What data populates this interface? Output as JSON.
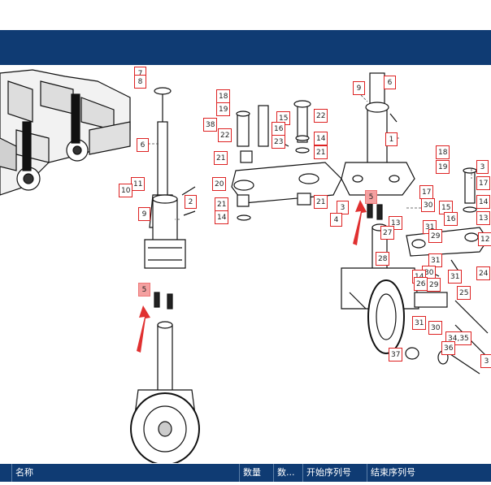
{
  "callouts": [
    {
      "id": "c7a",
      "label": "7"
    },
    {
      "id": "c8a",
      "label": "8"
    },
    {
      "id": "c18a",
      "label": "18"
    },
    {
      "id": "c19a",
      "label": "19"
    },
    {
      "id": "c38",
      "label": "38"
    },
    {
      "id": "c22a",
      "label": "22"
    },
    {
      "id": "c15a",
      "label": "15"
    },
    {
      "id": "c16a",
      "label": "16"
    },
    {
      "id": "c23",
      "label": "23"
    },
    {
      "id": "c22b",
      "label": "22"
    },
    {
      "id": "c14a",
      "label": "14"
    },
    {
      "id": "c21a",
      "label": "21"
    },
    {
      "id": "c21b",
      "label": "21"
    },
    {
      "id": "c6a",
      "label": "6"
    },
    {
      "id": "c20",
      "label": "20"
    },
    {
      "id": "c21c",
      "label": "21"
    },
    {
      "id": "c14b",
      "label": "14"
    },
    {
      "id": "c21d",
      "label": "21"
    },
    {
      "id": "c11",
      "label": "11"
    },
    {
      "id": "c10",
      "label": "10"
    },
    {
      "id": "c9a",
      "label": "9"
    },
    {
      "id": "c2",
      "label": "2"
    },
    {
      "id": "c5a",
      "label": "5"
    },
    {
      "id": "c9b",
      "label": "9"
    },
    {
      "id": "c6b",
      "label": "6"
    },
    {
      "id": "c1",
      "label": "1"
    },
    {
      "id": "c5b",
      "label": "5"
    },
    {
      "id": "c3a",
      "label": "3"
    },
    {
      "id": "c4",
      "label": "4"
    },
    {
      "id": "c13a",
      "label": "13"
    },
    {
      "id": "c27",
      "label": "27"
    },
    {
      "id": "c28",
      "label": "28"
    },
    {
      "id": "c18b",
      "label": "18"
    },
    {
      "id": "c19b",
      "label": "19"
    },
    {
      "id": "c3b",
      "label": "3"
    },
    {
      "id": "c17a",
      "label": "17"
    },
    {
      "id": "c17b",
      "label": "17"
    },
    {
      "id": "c14c",
      "label": "14"
    },
    {
      "id": "c30a",
      "label": "30"
    },
    {
      "id": "c15b",
      "label": "15"
    },
    {
      "id": "c16b",
      "label": "16"
    },
    {
      "id": "c13b",
      "label": "13"
    },
    {
      "id": "c31a",
      "label": "31"
    },
    {
      "id": "c29a",
      "label": "29"
    },
    {
      "id": "c12",
      "label": "12"
    },
    {
      "id": "c31b",
      "label": "31"
    },
    {
      "id": "c30b",
      "label": "30"
    },
    {
      "id": "c14d",
      "label": "14"
    },
    {
      "id": "c26",
      "label": "26"
    },
    {
      "id": "c29b",
      "label": "29"
    },
    {
      "id": "c31c",
      "label": "31"
    },
    {
      "id": "c24",
      "label": "24"
    },
    {
      "id": "c25",
      "label": "25"
    },
    {
      "id": "c31d",
      "label": "31"
    },
    {
      "id": "c30c",
      "label": "30"
    },
    {
      "id": "c3435",
      "label": "34,35"
    },
    {
      "id": "c36",
      "label": "36"
    },
    {
      "id": "c37",
      "label": "37"
    },
    {
      "id": "c3c",
      "label": "3"
    }
  ],
  "table": {
    "columns": [
      "名称",
      "数量",
      "数...",
      "开始序列号",
      "结束序列号"
    ]
  },
  "colors": {
    "header_bg": "#0f3b73",
    "callout_border": "#dd2222",
    "callout_highlight": "#f4a0a0",
    "arrow": "#e03030"
  }
}
